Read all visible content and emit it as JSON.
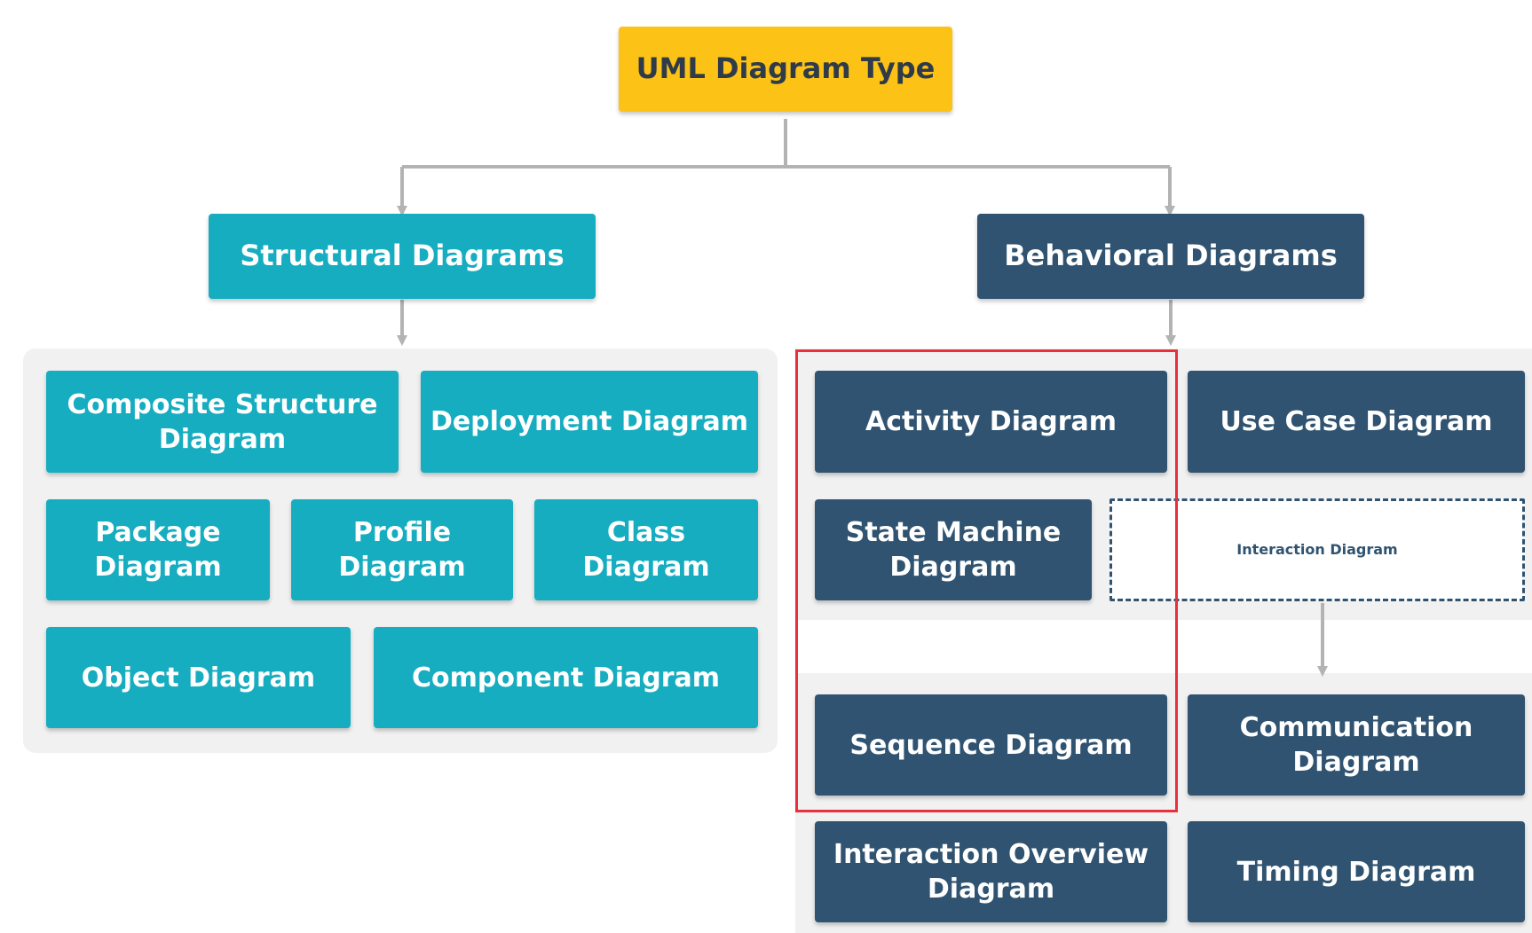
{
  "root": {
    "label": "UML Diagram Type"
  },
  "structural": {
    "label": "Structural Diagrams",
    "items": [
      "Composite Structure Diagram",
      "Deployment Diagram",
      "Package Diagram",
      "Profile Diagram",
      "Class Diagram",
      "Object Diagram",
      "Component Diagram"
    ]
  },
  "behavioral": {
    "label": "Behavioral Diagrams",
    "items": [
      "Activity Diagram",
      "Use Case Diagram",
      "State Machine Diagram",
      "Interaction Diagram",
      "Sequence Diagram",
      "Communication Diagram",
      "Interaction Overview Diagram",
      "Timing Diagram"
    ]
  },
  "colors": {
    "root": "#fcc216",
    "structural": "#16adc0",
    "behavioral": "#2f5370",
    "highlight": "#e8313a",
    "connector": "#b3b3b3"
  }
}
